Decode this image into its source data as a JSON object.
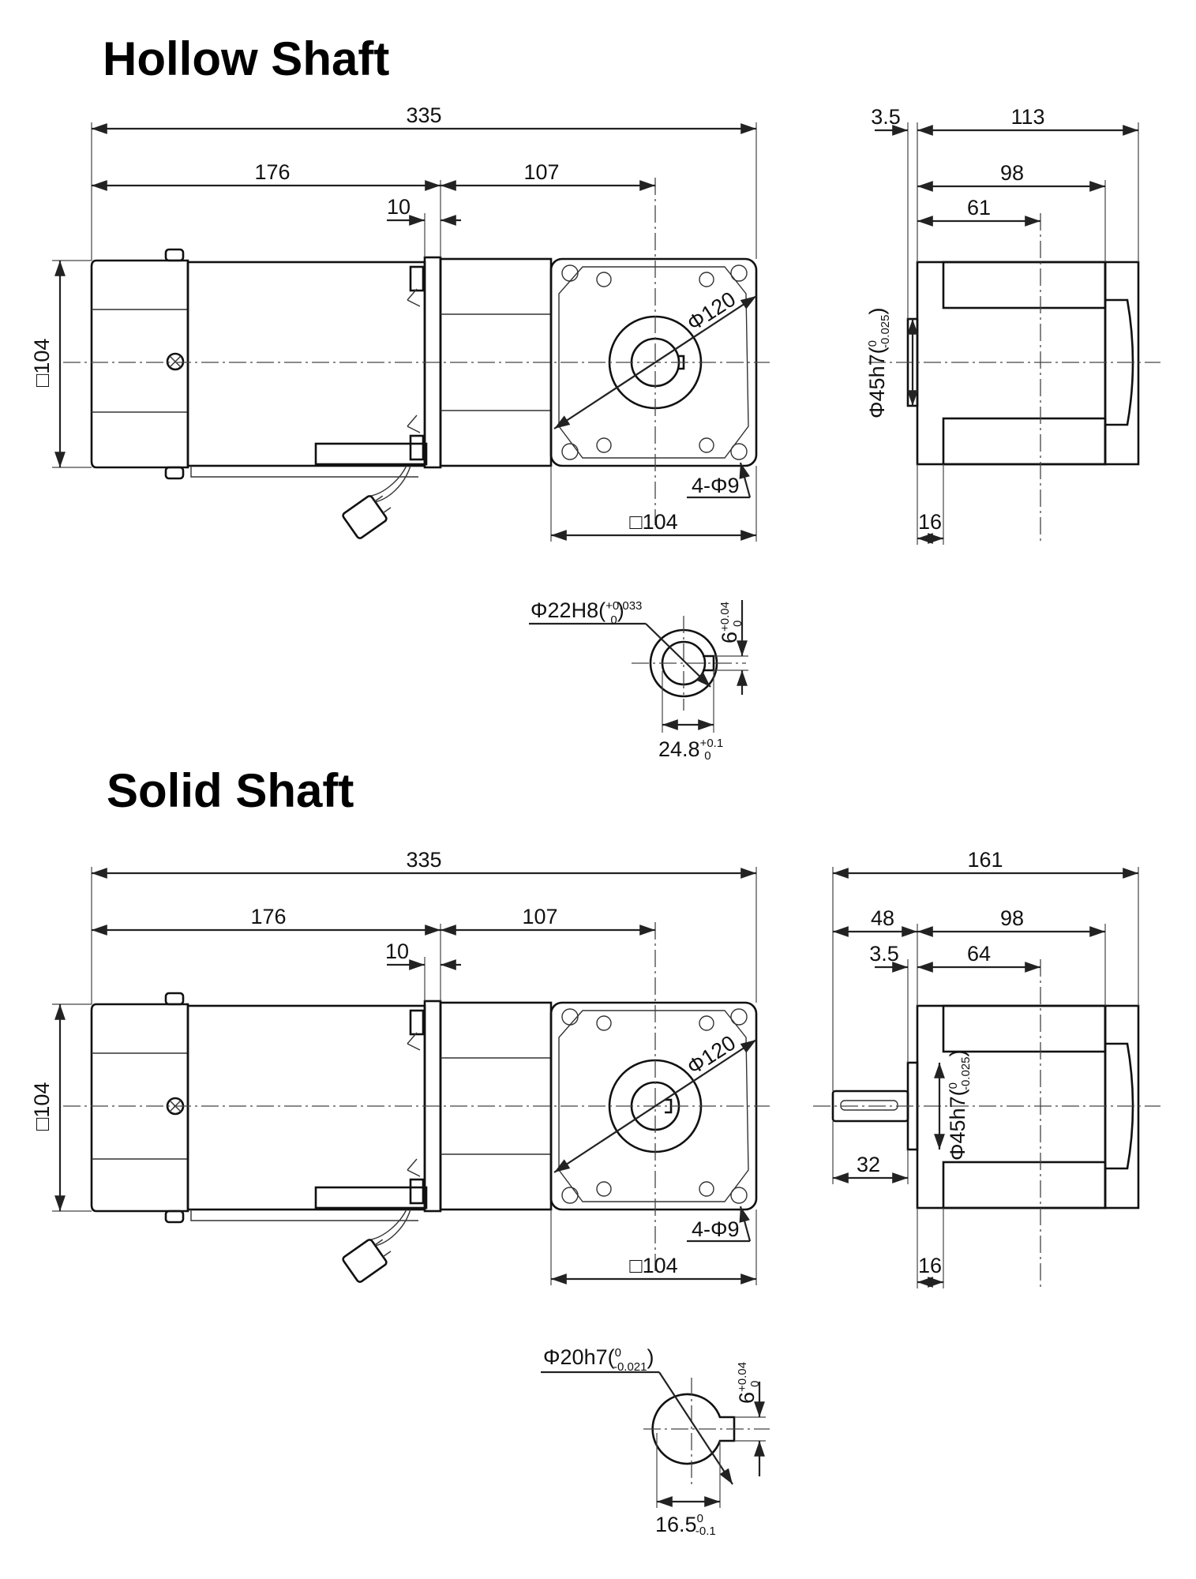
{
  "hollow": {
    "title": "Hollow Shaft",
    "dims": {
      "overall": "335",
      "motor": "176",
      "gear": "107",
      "flange": "10",
      "height": "□104",
      "diameter": "Φ120",
      "holes": "4-Φ9",
      "square": "□104",
      "side_a": "3.5",
      "side_total": "113",
      "side_b": "98",
      "side_c": "61",
      "pilot": "Φ45h7(",
      "pilot_tol_upper": "0",
      "pilot_tol_lower": "-0.025",
      "pilot_close": ")",
      "pilot_depth": "16"
    },
    "detail": {
      "bore": "Φ22H8(",
      "bore_tol_upper": "+0.033",
      "bore_tol_lower": "0",
      "bore_close": ")",
      "key": "6",
      "key_tol_upper": "+0.04",
      "key_tol_lower": "0",
      "depth": "24.8",
      "depth_tol_upper": "+0.1",
      "depth_tol_lower": "0"
    }
  },
  "solid": {
    "title": "Solid Shaft",
    "dims": {
      "overall": "335",
      "motor": "176",
      "gear": "107",
      "flange": "10",
      "height": "□104",
      "diameter": "Φ120",
      "holes": "4-Φ9",
      "square": "□104",
      "side_total": "161",
      "side_shaft": "48",
      "side_b": "98",
      "side_a": "3.5",
      "side_c": "64",
      "shaft_len": "32",
      "pilot": "Φ45h7(",
      "pilot_tol_upper": "0",
      "pilot_tol_lower": "-0.025",
      "pilot_close": ")",
      "pilot_depth": "16"
    },
    "detail": {
      "shaft": "Φ20h7(",
      "shaft_tol_upper": "0",
      "shaft_tol_lower": "-0.021",
      "shaft_close": ")",
      "key": "6",
      "key_tol_upper": "+0.04",
      "key_tol_lower": "0",
      "depth": "16.5",
      "depth_tol_upper": "0",
      "depth_tol_lower": "-0.1"
    }
  }
}
